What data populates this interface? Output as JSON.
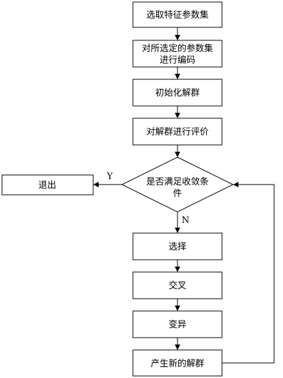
{
  "diagram": {
    "nodes": [
      {
        "id": "select-params",
        "lines": [
          "选取特征参数集"
        ]
      },
      {
        "id": "encode",
        "lines": [
          "对所选定的参数集",
          "进行编码"
        ]
      },
      {
        "id": "init",
        "lines": [
          "初始化解群"
        ]
      },
      {
        "id": "evaluate",
        "lines": [
          "对解群进行评价"
        ]
      },
      {
        "id": "converge",
        "lines": [
          "是否满足收敛条",
          "件"
        ]
      },
      {
        "id": "exit",
        "lines": [
          "退出"
        ]
      },
      {
        "id": "selection",
        "lines": [
          "选择"
        ]
      },
      {
        "id": "crossover",
        "lines": [
          "交叉"
        ]
      },
      {
        "id": "mutation",
        "lines": [
          "变异"
        ]
      },
      {
        "id": "new-pop",
        "lines": [
          "产生新的解群"
        ]
      }
    ],
    "edge_labels": {
      "yes": "Y",
      "no": "N"
    }
  }
}
